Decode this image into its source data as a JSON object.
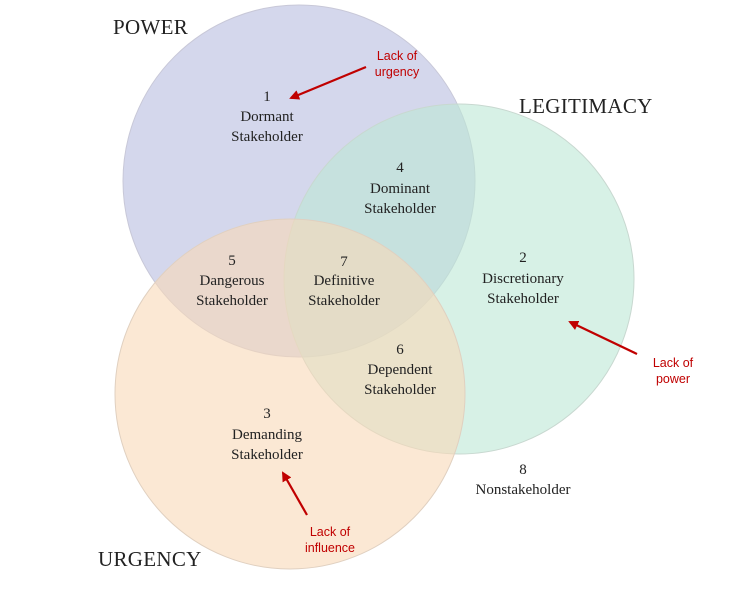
{
  "sets": {
    "power": "POWER",
    "legitimacy": "LEGITIMACY",
    "urgency": "URGENCY"
  },
  "regions": [
    {
      "num": "1",
      "line1": "Dormant",
      "line2": "Stakeholder"
    },
    {
      "num": "2",
      "line1": "Discretionary",
      "line2": "Stakeholder"
    },
    {
      "num": "3",
      "line1": "Demanding",
      "line2": "Stakeholder"
    },
    {
      "num": "4",
      "line1": "Dominant",
      "line2": "Stakeholder"
    },
    {
      "num": "5",
      "line1": "Dangerous",
      "line2": "Stakeholder"
    },
    {
      "num": "6",
      "line1": "Dependent",
      "line2": "Stakeholder"
    },
    {
      "num": "7",
      "line1": "Definitive",
      "line2": "Stakeholder"
    },
    {
      "num": "8",
      "line1": "Nonstakeholder",
      "line2": ""
    }
  ],
  "annotations": {
    "urgency_note": {
      "line1": "Lack of",
      "line2": "urgency"
    },
    "power_note": {
      "line1": "Lack of",
      "line2": "power"
    },
    "influence_note": {
      "line1": "Lack of",
      "line2": "influence"
    }
  },
  "colors": {
    "power_fill": "#b8bde0",
    "legitimacy_fill": "#bde8d6",
    "urgency_fill": "#f9d9b8",
    "annotation": "#c00000"
  }
}
